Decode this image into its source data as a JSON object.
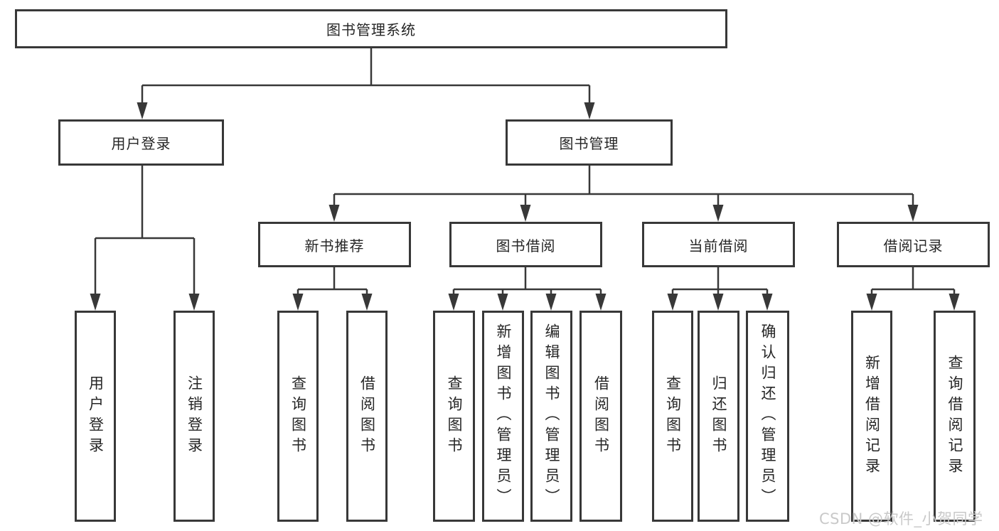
{
  "diagram": {
    "type": "hierarchy-tree",
    "colors": {
      "line": "#383838",
      "box_border": "#383838",
      "text": "#262626",
      "background": "#ffffff",
      "watermark": "#c9c9c9"
    },
    "root": {
      "label": "图书管理系统",
      "children": [
        {
          "label": "用户登录",
          "children": [
            {
              "label": "用户登录"
            },
            {
              "label": "注销登录"
            }
          ]
        },
        {
          "label": "图书管理",
          "children": [
            {
              "label": "新书推荐",
              "children": [
                {
                  "label": "查询图书"
                },
                {
                  "label": "借阅图书"
                }
              ]
            },
            {
              "label": "图书借阅",
              "children": [
                {
                  "label": "查询图书"
                },
                {
                  "label": "新增图书（管理员）"
                },
                {
                  "label": "编辑图书（管理员）"
                },
                {
                  "label": "借阅图书"
                }
              ]
            },
            {
              "label": "当前借阅",
              "children": [
                {
                  "label": "查询图书"
                },
                {
                  "label": "归还图书"
                },
                {
                  "label": "确认归还（管理员）"
                }
              ]
            },
            {
              "label": "借阅记录",
              "children": [
                {
                  "label": "新增借阅记录"
                },
                {
                  "label": "查询借阅记录"
                }
              ]
            }
          ]
        }
      ]
    },
    "watermark": "CSDN @软件_小贺同学"
  }
}
